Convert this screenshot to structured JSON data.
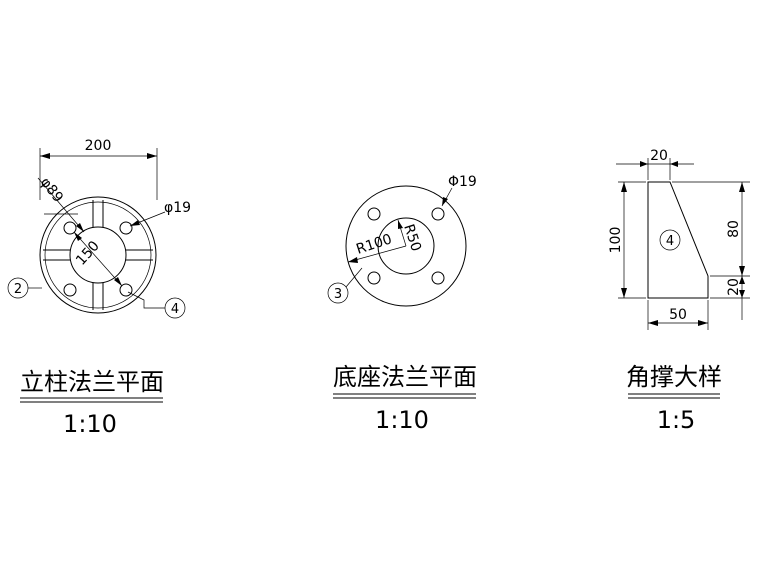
{
  "drawings": [
    {
      "title": "立柱法兰平面",
      "scale": "1:10",
      "dims": {
        "width": "200",
        "outer_dia": "φ89",
        "hole_dia": "φ19",
        "bolt_circle": "150"
      },
      "callouts": [
        "2",
        "4"
      ]
    },
    {
      "title": "底座法兰平面",
      "scale": "1:10",
      "dims": {
        "hole_dia": "Φ19",
        "r_outer": "R100",
        "r_inner": "R50"
      },
      "callouts": [
        "3"
      ]
    },
    {
      "title": "角撑大样",
      "scale": "1:5",
      "dims": {
        "top": "20",
        "height": "100",
        "upper": "80",
        "lower": "20",
        "bottom": "50"
      },
      "callouts": [
        "4"
      ]
    }
  ]
}
